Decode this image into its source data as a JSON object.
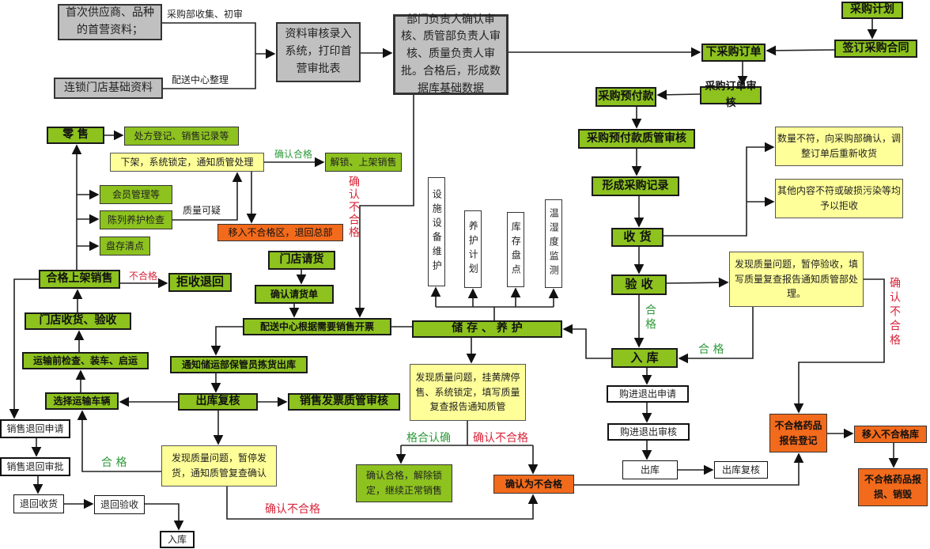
{
  "nodes": {
    "first_supplier": "首次供应商、品种的首营资料；",
    "store_base": "连锁门店基础资料",
    "data_review": "资料审核录入系统，打印首营审批表",
    "dept_review": "部门负责人确认审核、质管部负责人审核、质量负责人审批。合格后，形成数据库基础数据",
    "purchase_plan": "采购计划",
    "sign_contract": "签订采购合同",
    "place_order": "下采购订单",
    "order_review": "采购订单审核",
    "prepay": "采购预付款",
    "prepay_qa": "采购预付款质管审核",
    "purchase_record": "形成采购记录",
    "receive": "收 货",
    "qty_mismatch": "数量不符，向采购部确认，调整订单后重新收货",
    "other_reject": "其他内容不符或破损污染等均予以拒收",
    "inspect": "验 收",
    "inspect_issue": "发现质量问题，暂停验收，填写质量复查报告通知质管部处理。",
    "warehouse_in": "入 库",
    "return_apply": "购进退出申请",
    "return_review": "购进退出审核",
    "out": "出库",
    "out_check": "出库复核",
    "nonconf_report": "不合格药品报告登记",
    "move_nonconf": "移入不合格库",
    "destroy": "不合格药品报损、销毁",
    "confirm_nonconf": "确认为不合格",
    "storage": "储 存 、 养 护",
    "facility": "设施设备维护",
    "care_plan": "养护计划",
    "stocktake": "库存盘点",
    "temp_humidity": "温湿度监测",
    "storage_issue": "发现质量问题，挂黄牌停售、系统锁定，填写质量复查报告通知质管",
    "confirm_ok_unlock": "确认合格，解除锁定，继续正常销售",
    "store_request": "门店请货",
    "confirm_request": "确认请货单",
    "dc_billing": "配送中心根据需要销售开票",
    "notify_pick": "通知储运部保管员拣货出库",
    "out_recheck": "出库复核",
    "invoice_qa": "销售发票质管审核",
    "select_vehicle": "选择运输车辆",
    "pre_transport": "运输前检查、装车、启运",
    "store_receive": "门店收货、验收",
    "shelf_sale": "合格上架销售",
    "reject_return": "拒收退回",
    "retail": "零 售",
    "prescription": "处方登记、销售记录等",
    "offshelf": "下架，系统锁定，通知质管处理",
    "unlock_sale": "解锁、上架销售",
    "member": "会员管理等",
    "display_check": "陈列养护检查",
    "inventory": "盘存清点",
    "move_nonconf_area": "移入不合格区，退回总部",
    "ship_issue": "发现质量问题，暂停发货，通知质管复查确认",
    "sales_return_apply": "销售退回申请",
    "sales_return_approve": "销售退回审批",
    "return_receive": "退回收货",
    "return_inspect": "退回验收",
    "return_in": "入库"
  },
  "labels": {
    "collect": "采购部收集、初审",
    "dc_organize": "配送中心整理",
    "confirm_ok": "确认合格",
    "suspicious": "质量可疑",
    "confirm_nonconf_v1": "确认不合格",
    "nonconf": "不合格",
    "ok_ship": "合 格",
    "confirm_nonconf_ship": "确认不合格",
    "ok_reverse": "格合认确",
    "confirm_nonconf_storage": "确认不合格",
    "ok_inspect_v": "合格",
    "ok_inspect_h": "合 格",
    "confirm_nonconf_v2": "确认不合格"
  },
  "colors": {
    "green": "#8dc21f",
    "gray": "#c0c0c0",
    "yellow": "#ffff99",
    "orange": "#f26a1b",
    "red_text": "#d8263a",
    "green_text": "#2f9a3a"
  }
}
